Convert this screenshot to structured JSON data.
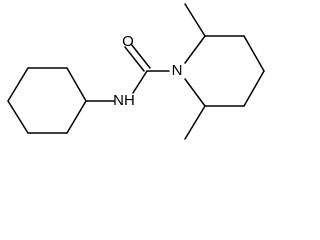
{
  "molecule": {
    "atoms": {
      "oxygen": "O",
      "amide_nitrogen": "NH",
      "ring_nitrogen": "N"
    },
    "colors": {
      "bond": "#000000",
      "label": "#000000",
      "background": "#ffffff"
    }
  }
}
